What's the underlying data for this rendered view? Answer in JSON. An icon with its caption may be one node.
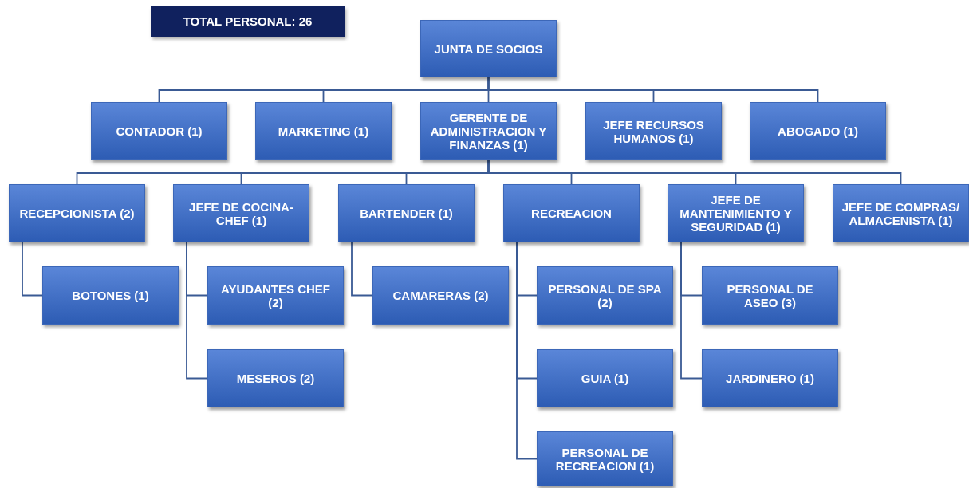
{
  "diagram": {
    "nodes": [
      {
        "text": [
          "TOTAL PERSONAL: 26"
        ]
      },
      {
        "text": [
          "JUNTA DE SOCIOS"
        ]
      },
      {
        "text": [
          "CONTADOR (1)"
        ]
      },
      {
        "text": [
          "MARKETING (1)"
        ]
      },
      {
        "text": [
          "GERENTE DE ADMINISTRACION Y FINANZAS (1)"
        ]
      },
      {
        "text": [
          "JEFE RECURSOS HUMANOS (1)"
        ]
      },
      {
        "text": [
          "ABOGADO (1)"
        ]
      },
      {
        "text": [
          "RECEPCIONISTA (2)"
        ]
      },
      {
        "text": [
          "JEFE DE COCINA-CHEF (1)"
        ]
      },
      {
        "text": [
          "BARTENDER (1)"
        ]
      },
      {
        "text": [
          "RECREACION"
        ]
      },
      {
        "text": [
          "JEFE DE MANTENIMIENTO Y SEGURIDAD (1)"
        ]
      },
      {
        "text": [
          "JEFE DE COMPRAS/ ALMACENISTA (1)"
        ]
      },
      {
        "text": [
          "BOTONES (1)"
        ]
      },
      {
        "text": [
          "AYUDANTES CHEF (2)"
        ]
      },
      {
        "text": [
          "MESEROS (2)"
        ]
      },
      {
        "text": [
          "CAMARERAS (2)"
        ]
      },
      {
        "text": [
          "PERSONAL DE SPA (2)"
        ]
      },
      {
        "text": [
          "GUIA (1)"
        ]
      },
      {
        "text": [
          "PERSONAL DE RECREACION (1)"
        ]
      },
      {
        "text": [
          "PERSONAL DE ASEO (3)"
        ]
      },
      {
        "text": [
          "JARDINERO (1)"
        ]
      }
    ],
    "edges": [
      {
        "from": 1,
        "to": 2,
        "arrow": "none"
      },
      {
        "from": 1,
        "to": 3,
        "arrow": "none"
      },
      {
        "from": 1,
        "to": 4,
        "arrow": "none"
      },
      {
        "from": 1,
        "to": 5,
        "arrow": "none"
      },
      {
        "from": 1,
        "to": 6,
        "arrow": "none"
      },
      {
        "from": 4,
        "to": 7,
        "arrow": "none"
      },
      {
        "from": 4,
        "to": 8,
        "arrow": "none"
      },
      {
        "from": 4,
        "to": 9,
        "arrow": "none"
      },
      {
        "from": 4,
        "to": 10,
        "arrow": "none"
      },
      {
        "from": 4,
        "to": 11,
        "arrow": "none"
      },
      {
        "from": 4,
        "to": 12,
        "arrow": "none"
      },
      {
        "from": 7,
        "to": 13,
        "arrow": "none"
      },
      {
        "from": 8,
        "to": 14,
        "arrow": "none"
      },
      {
        "from": 8,
        "to": 15,
        "arrow": "none"
      },
      {
        "from": 9,
        "to": 16,
        "arrow": "none"
      },
      {
        "from": 10,
        "to": 17,
        "arrow": "none"
      },
      {
        "from": 10,
        "to": 18,
        "arrow": "none"
      },
      {
        "from": 10,
        "to": 19,
        "arrow": "none"
      },
      {
        "from": 11,
        "to": 20,
        "arrow": "none"
      },
      {
        "from": 11,
        "to": 21,
        "arrow": "none"
      }
    ]
  }
}
